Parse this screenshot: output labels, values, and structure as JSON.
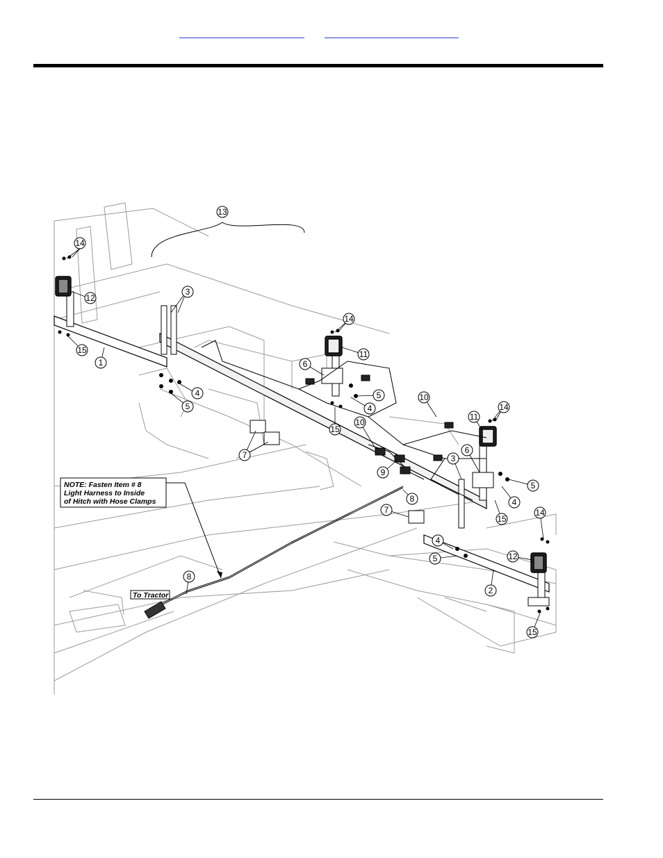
{
  "header": {
    "links": [
      {
        "label": ""
      },
      {
        "label": ""
      }
    ]
  },
  "diagram": {
    "note_lines": [
      "NOTE: Fasten Item # 8",
      "Light Harness to Inside",
      "of Hitch with Hose Clamps"
    ],
    "to_tractor_label": "To Tractor",
    "callouts": [
      {
        "n": "13"
      },
      {
        "n": "14"
      },
      {
        "n": "12"
      },
      {
        "n": "3"
      },
      {
        "n": "15"
      },
      {
        "n": "1"
      },
      {
        "n": "4"
      },
      {
        "n": "5"
      },
      {
        "n": "14"
      },
      {
        "n": "11"
      },
      {
        "n": "6"
      },
      {
        "n": "5"
      },
      {
        "n": "4"
      },
      {
        "n": "15"
      },
      {
        "n": "7"
      },
      {
        "n": "10"
      },
      {
        "n": "10"
      },
      {
        "n": "9"
      },
      {
        "n": "14"
      },
      {
        "n": "11"
      },
      {
        "n": "6"
      },
      {
        "n": "3"
      },
      {
        "n": "5"
      },
      {
        "n": "4"
      },
      {
        "n": "8"
      },
      {
        "n": "7"
      },
      {
        "n": "15"
      },
      {
        "n": "14"
      },
      {
        "n": "4"
      },
      {
        "n": "5"
      },
      {
        "n": "12"
      },
      {
        "n": "2"
      },
      {
        "n": "8"
      },
      {
        "n": "15"
      }
    ]
  }
}
